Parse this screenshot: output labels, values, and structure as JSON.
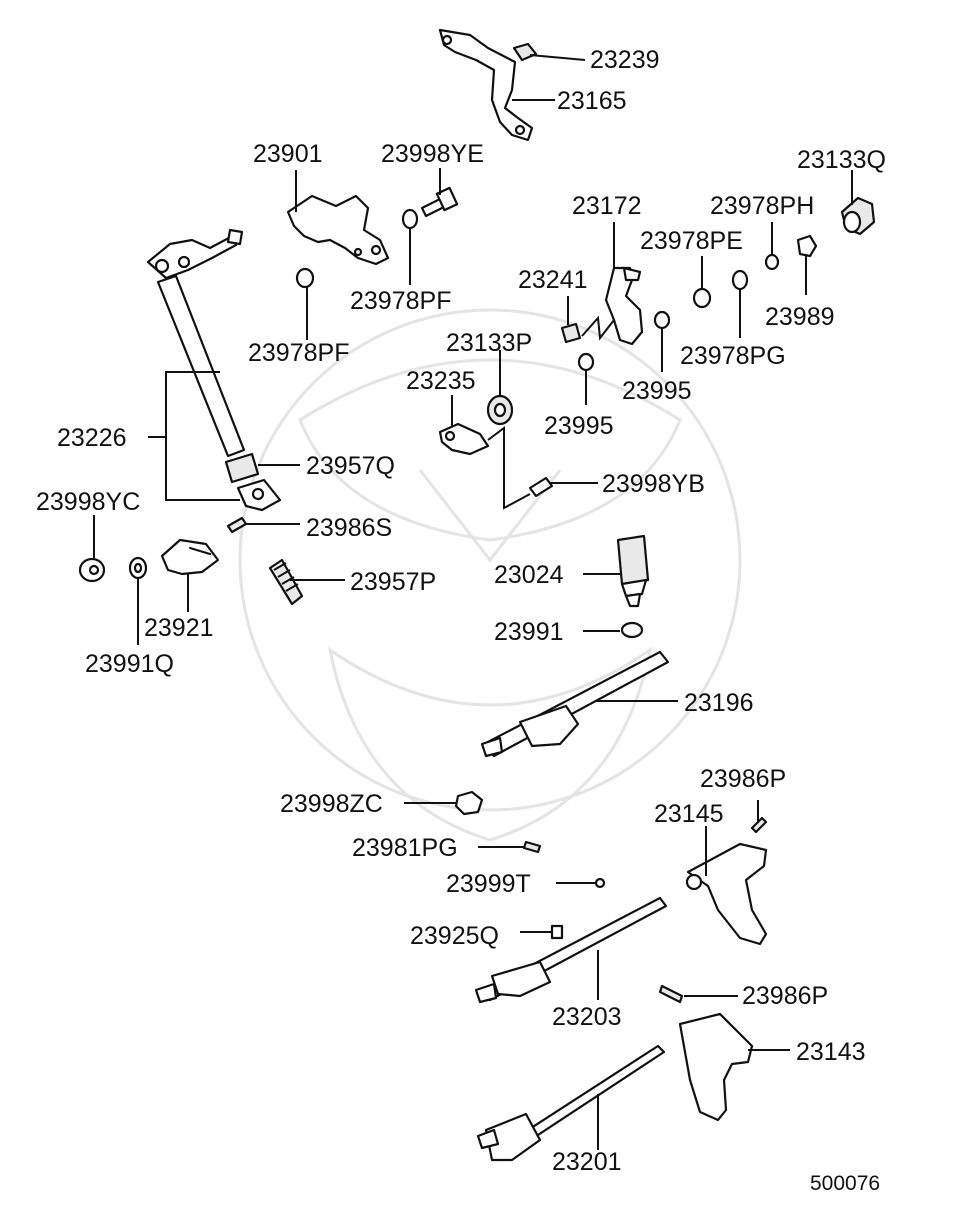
{
  "diagram": {
    "reference_number": "500076",
    "parts": [
      {
        "id": "p23239",
        "label": "23239"
      },
      {
        "id": "p23165",
        "label": "23165"
      },
      {
        "id": "p23901",
        "label": "23901"
      },
      {
        "id": "p23998YE",
        "label": "23998YE"
      },
      {
        "id": "p23133Q",
        "label": "23133Q"
      },
      {
        "id": "p23172",
        "label": "23172"
      },
      {
        "id": "p23978PH",
        "label": "23978PH"
      },
      {
        "id": "p23978PE",
        "label": "23978PE"
      },
      {
        "id": "p23978PF_a",
        "label": "23978PF"
      },
      {
        "id": "p23978PF_b",
        "label": "23978PF"
      },
      {
        "id": "p23241",
        "label": "23241"
      },
      {
        "id": "p23989",
        "label": "23989"
      },
      {
        "id": "p23133P",
        "label": "23133P"
      },
      {
        "id": "p23978PG",
        "label": "23978PG"
      },
      {
        "id": "p23235",
        "label": "23235"
      },
      {
        "id": "p23995_a",
        "label": "23995"
      },
      {
        "id": "p23995_b",
        "label": "23995"
      },
      {
        "id": "p23226",
        "label": "23226"
      },
      {
        "id": "p23957Q",
        "label": "23957Q"
      },
      {
        "id": "p23998YB",
        "label": "23998YB"
      },
      {
        "id": "p23998YC",
        "label": "23998YC"
      },
      {
        "id": "p23986S",
        "label": "23986S"
      },
      {
        "id": "p23024",
        "label": "23024"
      },
      {
        "id": "p23957P",
        "label": "23957P"
      },
      {
        "id": "p23921",
        "label": "23921"
      },
      {
        "id": "p23991",
        "label": "23991"
      },
      {
        "id": "p23991Q",
        "label": "23991Q"
      },
      {
        "id": "p23196",
        "label": "23196"
      },
      {
        "id": "p23986P_a",
        "label": "23986P"
      },
      {
        "id": "p23998ZC",
        "label": "23998ZC"
      },
      {
        "id": "p23145",
        "label": "23145"
      },
      {
        "id": "p23981PG",
        "label": "23981PG"
      },
      {
        "id": "p23999T",
        "label": "23999T"
      },
      {
        "id": "p23925Q",
        "label": "23925Q"
      },
      {
        "id": "p23986P_b",
        "label": "23986P"
      },
      {
        "id": "p23203",
        "label": "23203"
      },
      {
        "id": "p23143",
        "label": "23143"
      },
      {
        "id": "p23201",
        "label": "23201"
      }
    ]
  }
}
